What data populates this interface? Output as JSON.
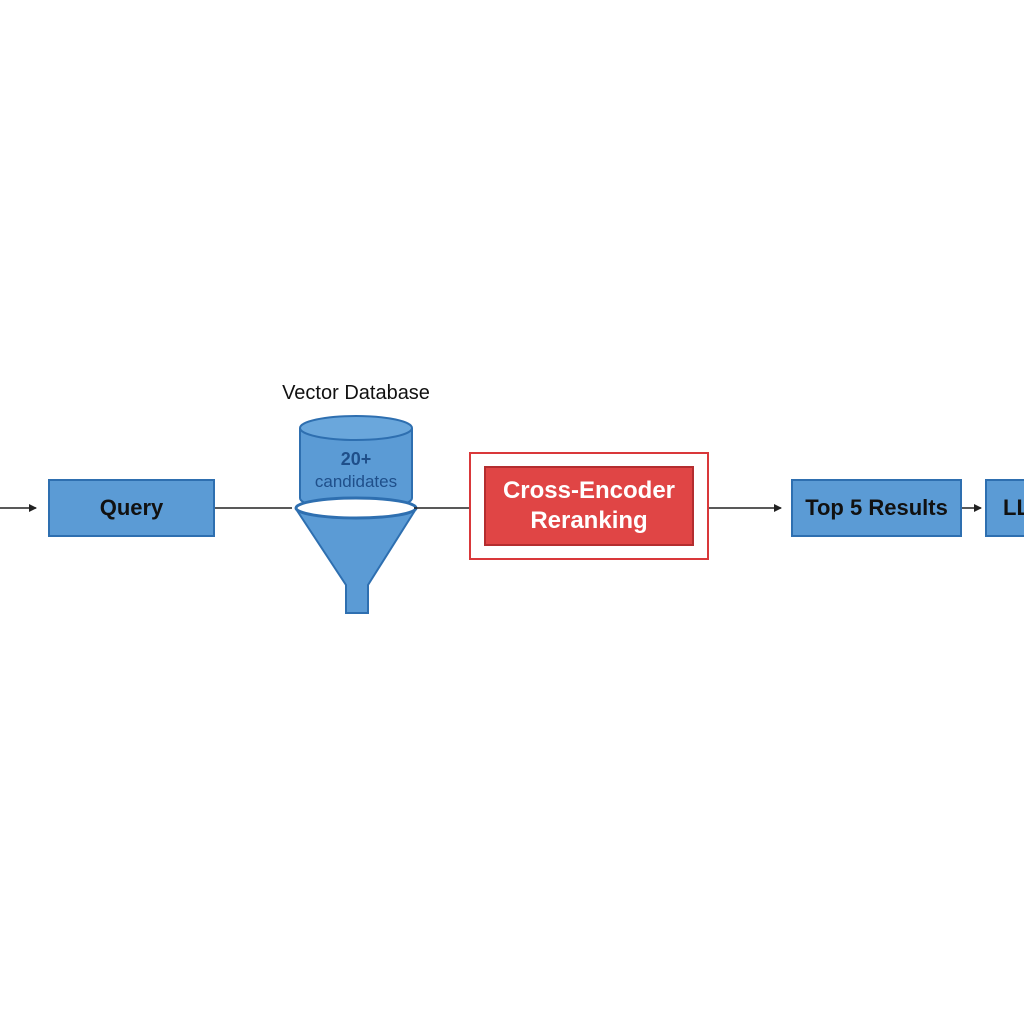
{
  "nodes": {
    "query": {
      "label": "Query"
    },
    "vector_database": {
      "title": "Vector Database",
      "count_label": "20+",
      "sub_label": "candidates"
    },
    "reranker": {
      "label_line1": "Cross-Encoder",
      "label_line2": "Reranking"
    },
    "top_results": {
      "label": "Top 5 Results"
    },
    "llm": {
      "label": "LLM"
    }
  },
  "colors": {
    "node_fill": "#5b9bd5",
    "node_border": "#2e6fb0",
    "highlight_fill": "#e04545",
    "highlight_border": "#d9383a",
    "arrow": "#222222"
  },
  "flow": [
    "input",
    "query",
    "vector_database",
    "reranker",
    "top_results",
    "llm"
  ]
}
